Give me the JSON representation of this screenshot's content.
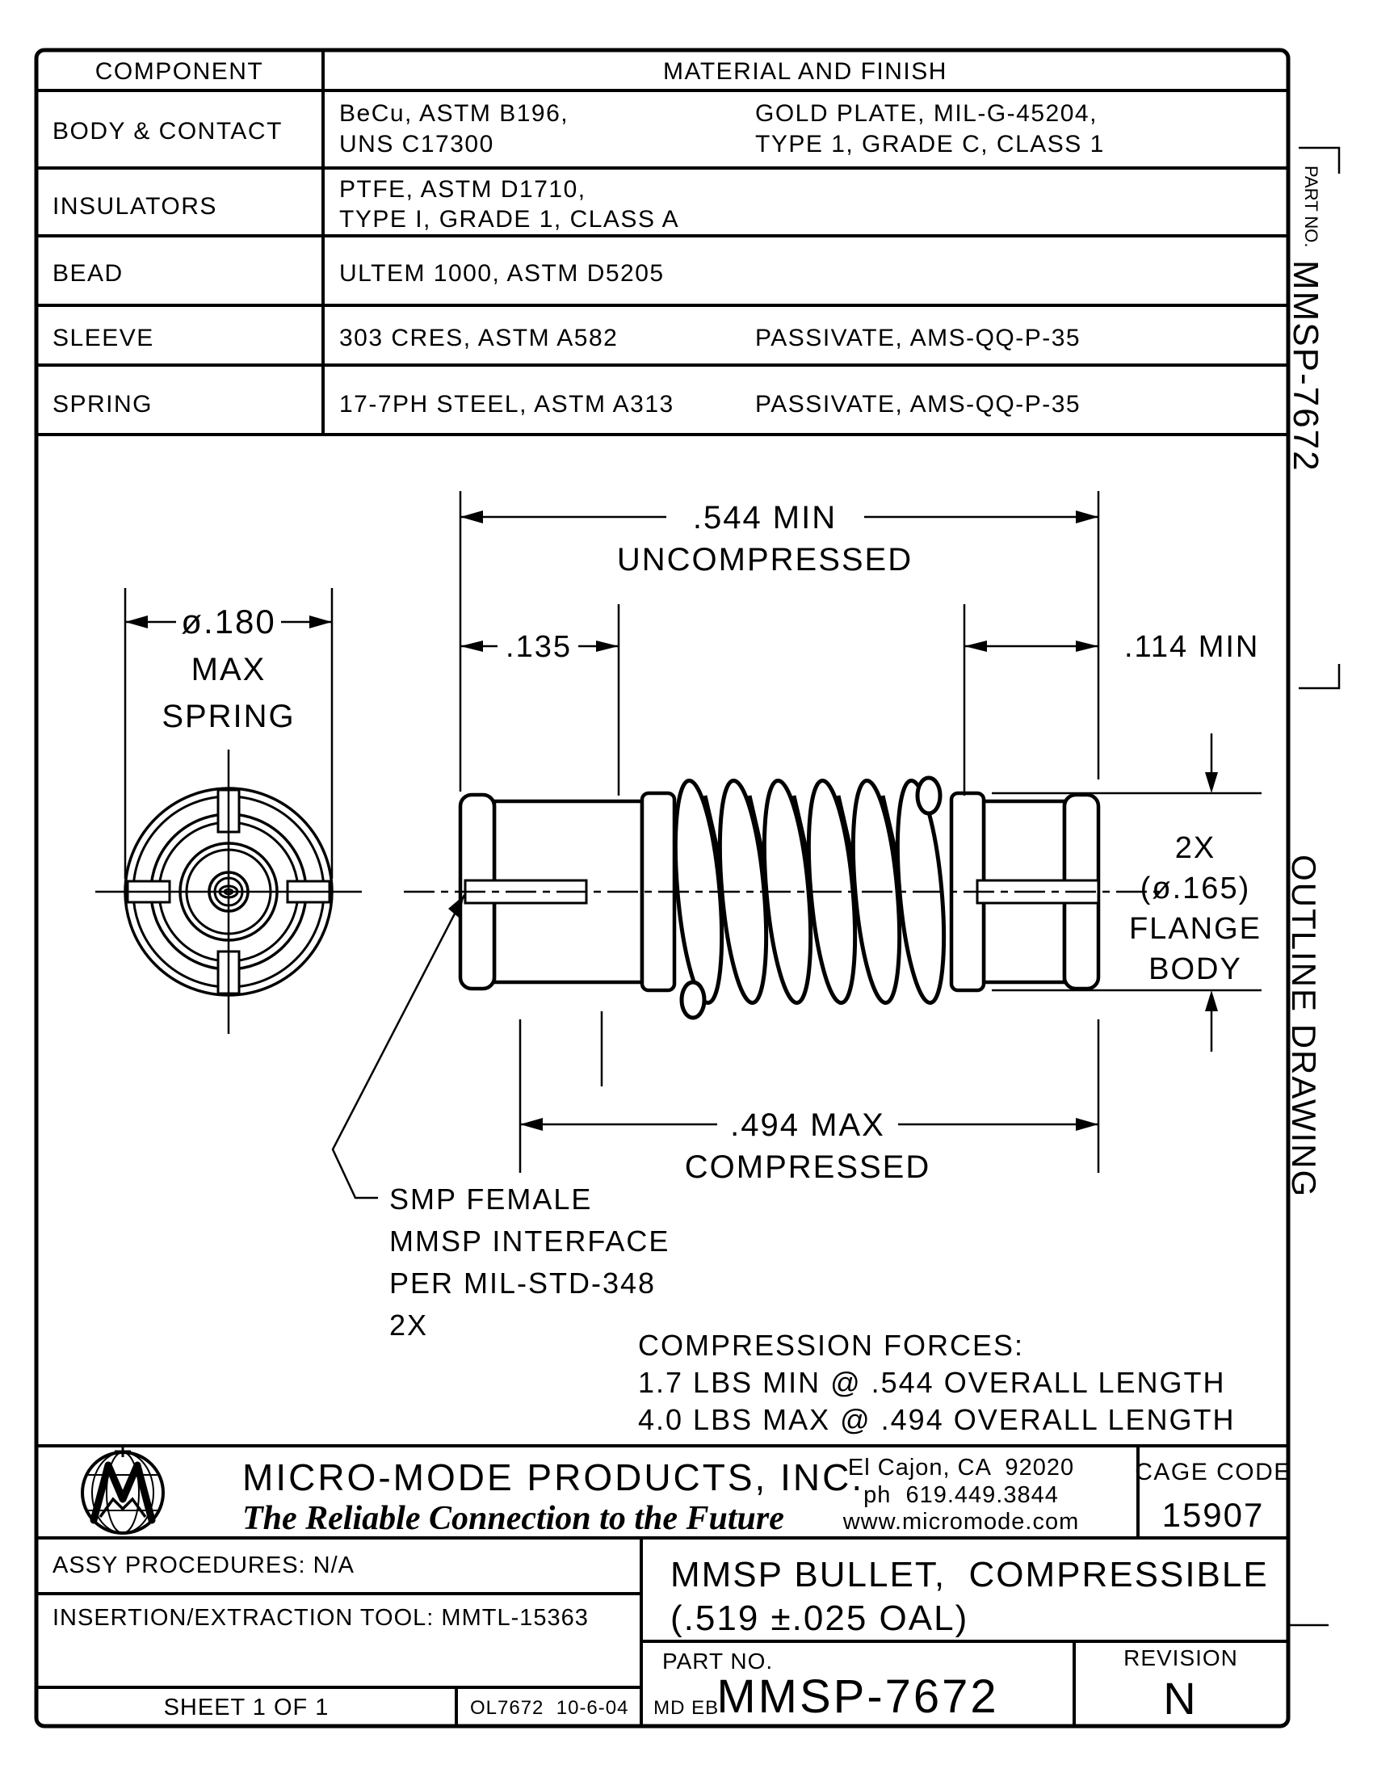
{
  "material_table": {
    "component_header": "COMPONENT",
    "material_header": "MATERIAL AND FINISH",
    "rows": [
      {
        "component": "BODY & CONTACT",
        "material1": "BeCu, ASTM B196,",
        "material2": "UNS C17300",
        "finish1": "GOLD PLATE, MIL-G-45204,",
        "finish2": "TYPE 1, GRADE C, CLASS 1"
      },
      {
        "component": "INSULATORS",
        "material1": "PTFE, ASTM D1710,",
        "material2": "TYPE I, GRADE 1, CLASS A",
        "finish1": "",
        "finish2": ""
      },
      {
        "component": "BEAD",
        "material1": "ULTEM 1000, ASTM D5205",
        "material2": "",
        "finish1": "",
        "finish2": ""
      },
      {
        "component": "SLEEVE",
        "material1": "303 CRES, ASTM A582",
        "material2": "",
        "finish1": "PASSIVATE, AMS-QQ-P-35",
        "finish2": ""
      },
      {
        "component": "SPRING",
        "material1": "17-7PH STEEL, ASTM A313",
        "material2": "",
        "finish1": "PASSIVATE, AMS-QQ-P-35",
        "finish2": ""
      }
    ]
  },
  "edge_strip": {
    "part_no_label": "PART NO.",
    "part_no": "MMSP-7672",
    "outline_drawing": "OUTLINE DRAWING"
  },
  "drawing": {
    "dim_overall_uncompressed": ".544 MIN",
    "dim_overall_uncompressed_label": "UNCOMPRESSED",
    "dim_left": ".135",
    "dim_right": ".114 MIN",
    "dim_spring_dia": "ø.180",
    "dim_spring_dia_l2": "MAX",
    "dim_spring_dia_l3": "SPRING",
    "dim_flange_l1": "2X",
    "dim_flange_l2": "(ø.165)",
    "dim_flange_l3": "FLANGE",
    "dim_flange_l4": "BODY",
    "dim_overall_compressed": ".494 MAX",
    "dim_overall_compressed_label": "COMPRESSED",
    "note_interface": [
      "SMP FEMALE",
      "MMSP INTERFACE",
      "PER MIL-STD-348",
      "2X"
    ],
    "note_forces": [
      "COMPRESSION FORCES:",
      "1.7 LBS MIN @ .544 OVERALL LENGTH",
      "4.0 LBS MAX @ .494 OVERALL LENGTH"
    ]
  },
  "title_block": {
    "company": "MICRO-MODE PRODUCTS, INC.",
    "tagline": "The Reliable Connection to the Future",
    "address1": "El Cajon, CA  92020",
    "address2": "ph  619.449.3844",
    "address3": "www.micromode.com",
    "cage_code_label": "CAGE CODE",
    "cage_code": "15907",
    "assy_procedures": "ASSY PROCEDURES: N/A",
    "insertion_tool": "INSERTION/EXTRACTION TOOL: MMTL-15363",
    "title_line1": "MMSP BULLET,  COMPRESSIBLE",
    "title_line2": "(.519 ±.025 OAL)",
    "part_no_label": "PART NO.",
    "part_no": "MMSP-7672",
    "revision_label": "REVISION",
    "revision": "N",
    "sheet": "SHEET 1 OF 1",
    "drawing_ref": "OL7672  10-6-04    MD EB"
  }
}
